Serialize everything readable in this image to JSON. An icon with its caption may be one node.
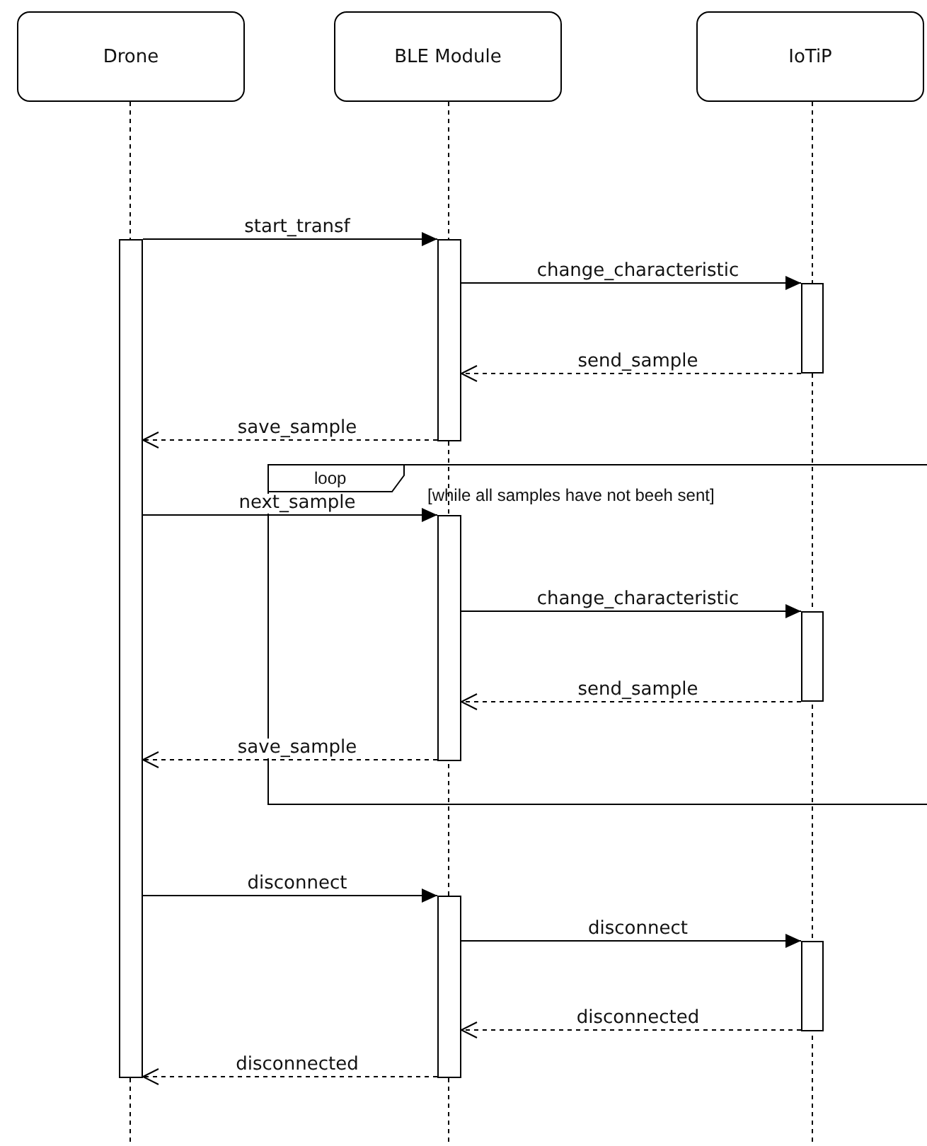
{
  "diagram": {
    "nodes": [
      {
        "text": [
          "Drone"
        ]
      },
      {
        "text": [
          "BLE Module"
        ]
      },
      {
        "text": [
          "IoTiP"
        ]
      },
      {
        "text": [],
        "shape": "bar"
      },
      {
        "text": [],
        "shape": "bar"
      },
      {
        "text": [],
        "shape": "bar"
      },
      {
        "text": [],
        "shape": "bar",
        "in": 10
      },
      {
        "text": [],
        "shape": "bar",
        "in": 10
      },
      {
        "text": [],
        "shape": "bar"
      },
      {
        "text": [],
        "shape": "bar"
      },
      {
        "text": [
          "loop",
          "[while all samples have not beeh sent]"
        ]
      }
    ],
    "edges": [
      {
        "from": 3,
        "to": 4,
        "arrow": "to",
        "label": "start_transf"
      },
      {
        "from": 4,
        "to": 5,
        "arrow": "to",
        "label": "change_characteristic"
      },
      {
        "from": 5,
        "to": 4,
        "arrow": "to",
        "label": "send_sample",
        "style": "dashed"
      },
      {
        "from": 4,
        "to": 3,
        "arrow": "to",
        "label": "save_sample",
        "style": "dashed"
      },
      {
        "from": 3,
        "to": 6,
        "arrow": "to",
        "label": "next_sample"
      },
      {
        "from": 6,
        "to": 7,
        "arrow": "to",
        "label": "change_characteristic"
      },
      {
        "from": 7,
        "to": 6,
        "arrow": "to",
        "label": "send_sample",
        "style": "dashed"
      },
      {
        "from": 6,
        "to": 3,
        "arrow": "to",
        "label": "save_sample",
        "style": "dashed"
      },
      {
        "from": 3,
        "to": 8,
        "arrow": "to",
        "label": "disconnect"
      },
      {
        "from": 8,
        "to": 9,
        "arrow": "to",
        "label": "disconnect"
      },
      {
        "from": 9,
        "to": 8,
        "arrow": "to",
        "label": "disconnected",
        "style": "dashed"
      },
      {
        "from": 8,
        "to": 3,
        "arrow": "to",
        "label": "disconnected",
        "style": "dashed"
      }
    ]
  }
}
